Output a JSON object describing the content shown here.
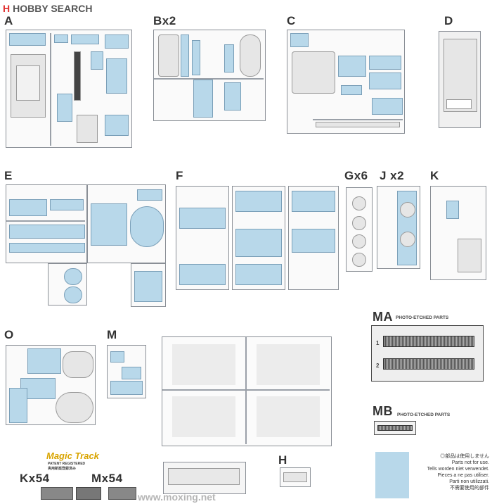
{
  "header": {
    "logo_mark": "H",
    "logo_text": "HOBBY SEARCH"
  },
  "sprues": {
    "A": "A",
    "B": "Bx2",
    "C": "C",
    "D": "D",
    "E": "E",
    "F": "F",
    "G": "Gx6",
    "J": "J x2",
    "K": "K",
    "O": "O",
    "M": "M",
    "H": "H"
  },
  "photo_etched": {
    "ma_label": "MA",
    "ma_caption": "PHOTO-ETCHED PARTS",
    "ma_part_1": "1",
    "ma_part_2": "2",
    "mb_label": "MB",
    "mb_caption": "PHOTO-ETCHED PARTS"
  },
  "tracks": {
    "logo_word": "Magic Track",
    "patent": "PATENT REGISTERED",
    "patent_jp": "実用新案登録済み",
    "k_label": "Kx54",
    "m_label": "Mx54"
  },
  "not_for_use_notes": [
    "◎部品は使用しません",
    "Parts not for use.",
    "Tells worden niet verwendet.",
    "Pieces a ne pas utiliser.",
    "Parti non utilizzati.",
    "不需要使用的部件"
  ],
  "watermark": "www.moxing.net",
  "colors": {
    "accent_blue": "#b8d8ea",
    "frame_gray": "#8a8f96",
    "logo_red": "#e03030"
  }
}
